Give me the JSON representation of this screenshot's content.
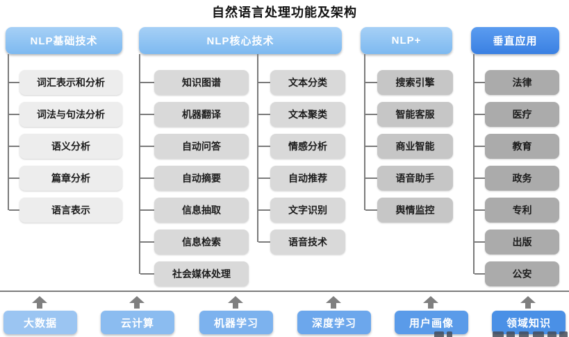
{
  "title": "自然语言处理功能及架构",
  "columns": {
    "basic": {
      "header": "NLP基础技术",
      "items": [
        "词汇表示和分析",
        "词法与句法分析",
        "语义分析",
        "篇章分析",
        "语言表示"
      ]
    },
    "core": {
      "header": "NLP核心技术",
      "left_items": [
        "知识图谱",
        "机器翻译",
        "自动问答",
        "自动摘要",
        "信息抽取",
        "信息检索",
        "社会媒体处理"
      ],
      "right_items": [
        "文本分类",
        "文本聚类",
        "情感分析",
        "自动推荐",
        "文字识别",
        "语音技术"
      ]
    },
    "nlp_plus": {
      "header": "NLP+",
      "items": [
        "搜索引擎",
        "智能客服",
        "商业智能",
        "语音助手",
        "舆情监控"
      ]
    },
    "vertical": {
      "header": "垂直应用",
      "items": [
        "法律",
        "医疗",
        "教育",
        "政务",
        "专利",
        "出版",
        "公安"
      ]
    }
  },
  "foundation": {
    "items": [
      {
        "label": "大数据",
        "color": "#9bc5f2"
      },
      {
        "label": "云计算",
        "color": "#8bbcf0"
      },
      {
        "label": "机器学习",
        "color": "#7cb2ee"
      },
      {
        "label": "深度学习",
        "color": "#6ca7ec"
      },
      {
        "label": "用户画像",
        "color": "#5a9be9"
      },
      {
        "label": "领域知识",
        "color": "#4a90e6"
      }
    ]
  },
  "palette": {
    "header_light_blue": "#85bdf2",
    "header_deep_blue": "#3f86e4",
    "tier_basic_bg": "#ededed",
    "tier_core_bg": "#d9d9d9",
    "tier_plus_bg": "#c6c6c6",
    "tier_vertical_bg": "#ababab",
    "connector_gray": "#7a7a7a",
    "text_on_blue": "#ffffff",
    "text_on_gray": "#1c1c1c"
  }
}
